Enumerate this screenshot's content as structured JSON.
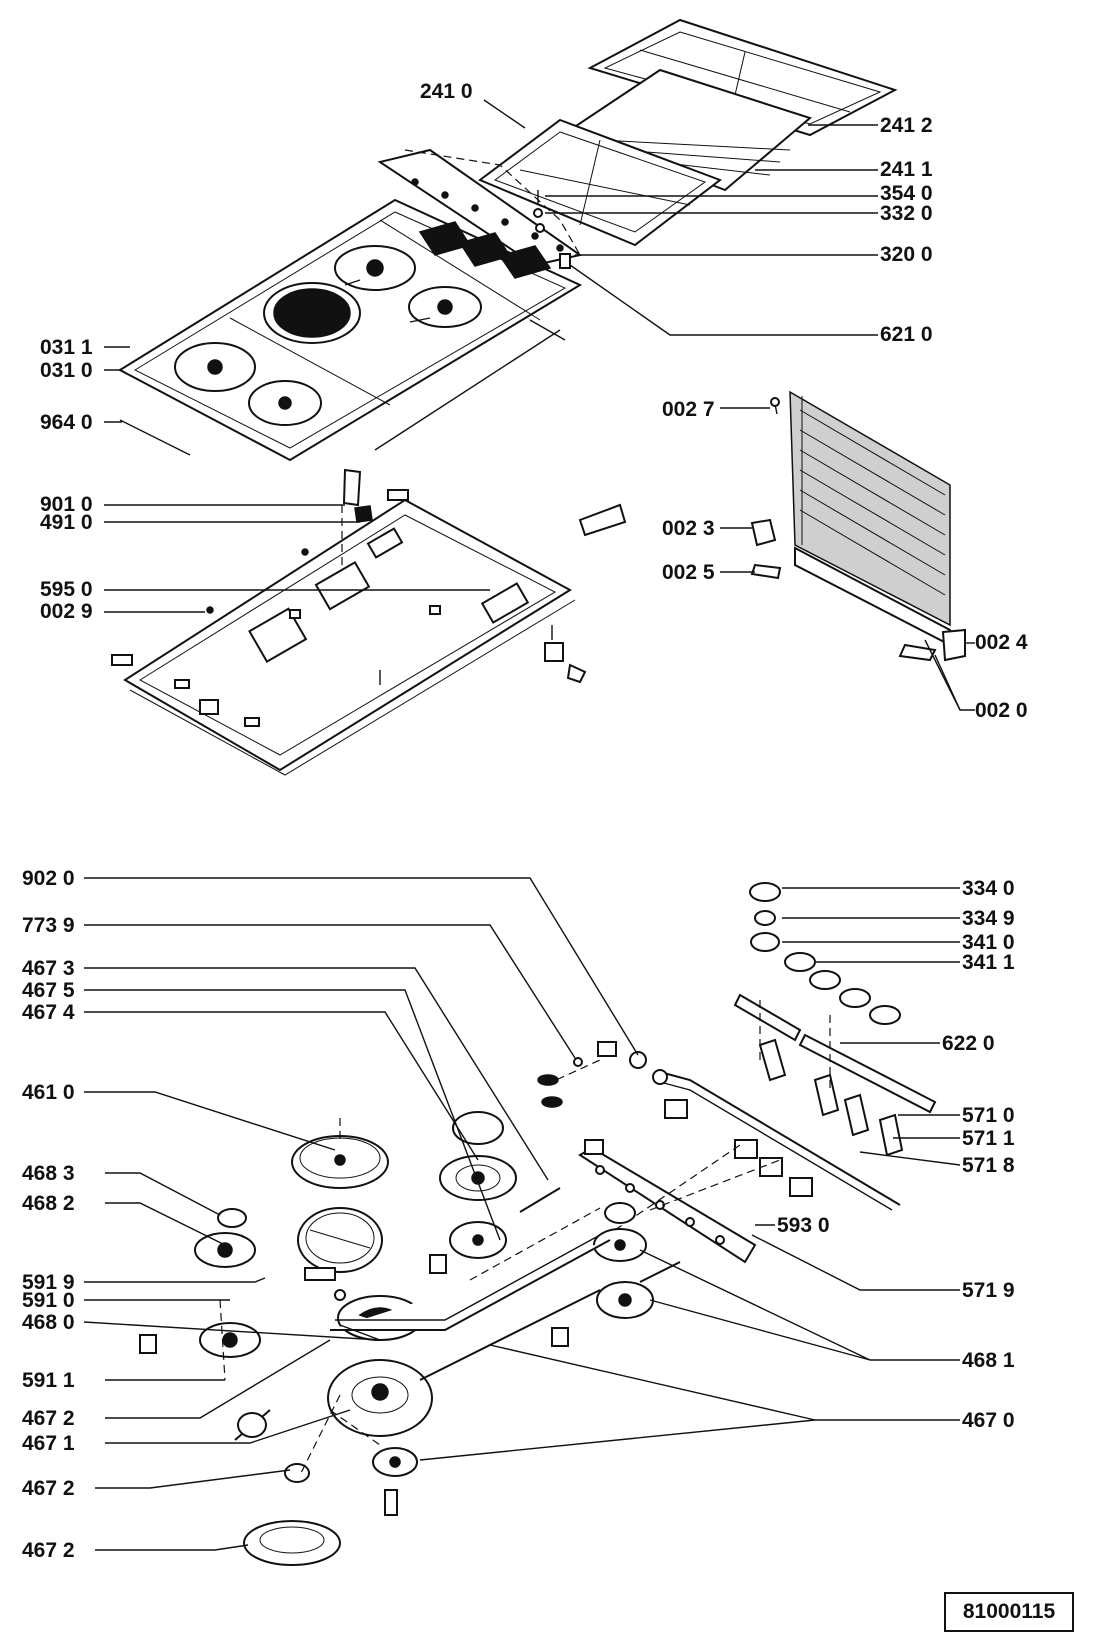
{
  "doc_number": "81000115",
  "labels": [
    "241 0",
    "241 2",
    "241 1",
    "354 0",
    "332 0",
    "320 0",
    "621 0",
    "031 1",
    "031 0",
    "964 0",
    "002 7",
    "002 3",
    "002 5",
    "002 4",
    "002 0",
    "901 0",
    "491 0",
    "595 0",
    "002 9",
    "902 0",
    "773 9",
    "467 3",
    "467 5",
    "467 4",
    "334 0",
    "334 9",
    "341 0",
    "341 1",
    "622 0",
    "461 0",
    "468 3",
    "468 2",
    "571 0",
    "571 1",
    "571 8",
    "593 0",
    "571 9",
    "591 9",
    "591 0",
    "468 0",
    "468 1",
    "591 1",
    "467 2",
    "467 0",
    "467 1",
    "467 2",
    "467 2"
  ]
}
